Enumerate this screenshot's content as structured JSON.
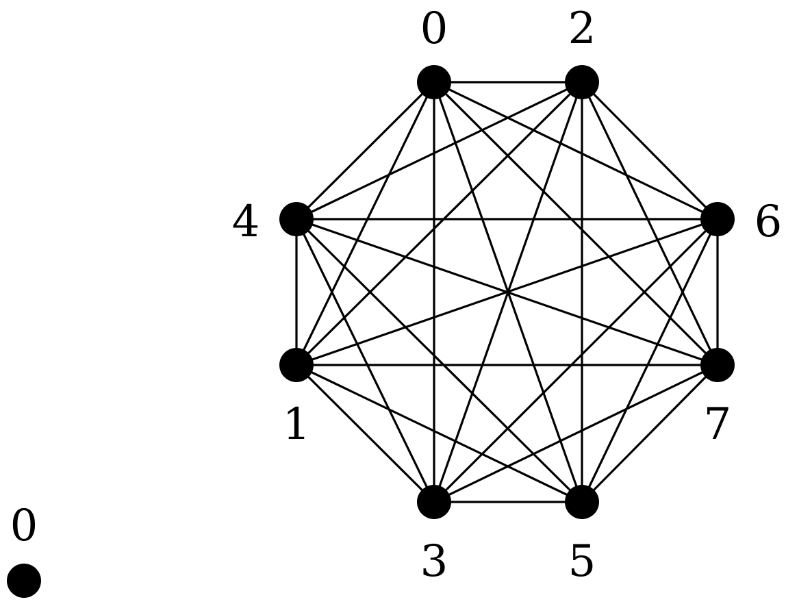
{
  "colors": {
    "background": "#ffffff",
    "ink": "#000000"
  },
  "complete_graph": {
    "nodes": [
      {
        "id": "0",
        "label": "0"
      },
      {
        "id": "2",
        "label": "2"
      },
      {
        "id": "4",
        "label": "4"
      },
      {
        "id": "6",
        "label": "6"
      },
      {
        "id": "1",
        "label": "1"
      },
      {
        "id": "7",
        "label": "7"
      },
      {
        "id": "3",
        "label": "3"
      },
      {
        "id": "5",
        "label": "5"
      }
    ],
    "edges": "all-pairs"
  },
  "isolated_graph": {
    "nodes": [
      {
        "id": "0",
        "label": "0"
      }
    ]
  }
}
